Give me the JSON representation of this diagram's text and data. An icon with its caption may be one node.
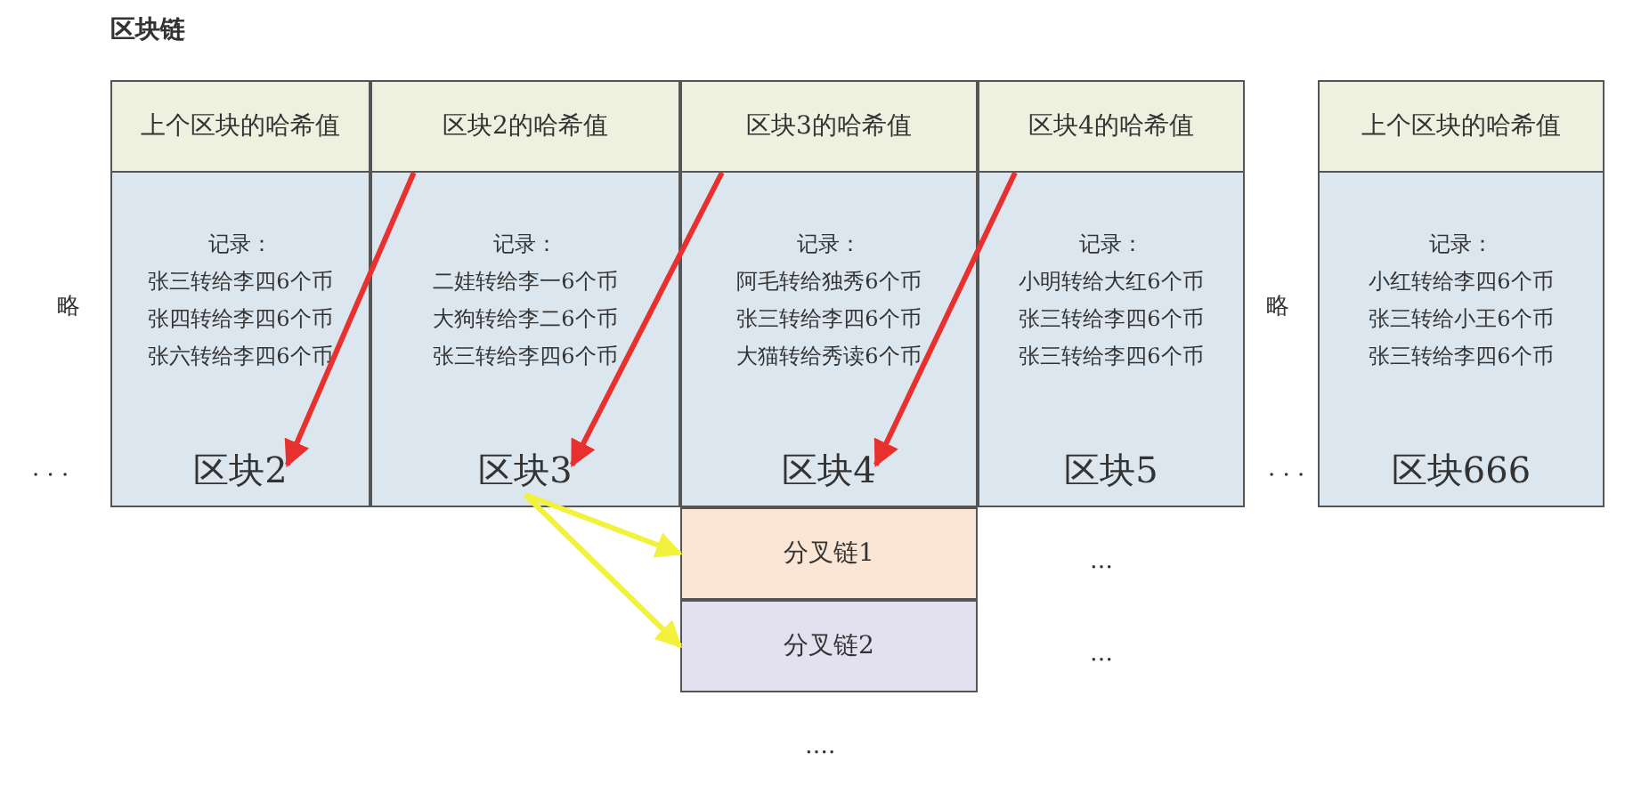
{
  "diagram": {
    "title": "区块链",
    "nodes": [
      {
        "text": [
          "上个区块的哈希值"
        ]
      },
      {
        "text": [
          "记录：",
          "张三转给李四6个币",
          "张四转给李四6个币",
          "张六转给李四6个币"
        ]
      },
      {
        "text": [
          "区块2"
        ],
        "in": 1
      },
      {
        "text": [
          "区块2的哈希值"
        ]
      },
      {
        "text": [
          "记录：",
          "二娃转给李一6个币",
          "大狗转给李二6个币",
          "张三转给李四6个币"
        ]
      },
      {
        "text": [
          "区块3"
        ],
        "in": 4
      },
      {
        "text": [
          "区块3的哈希值"
        ]
      },
      {
        "text": [
          "记录：",
          "阿毛转给独秀6个币",
          "张三转给李四6个币",
          "大猫转给秀读6个币"
        ]
      },
      {
        "text": [
          "区块4"
        ],
        "in": 7
      },
      {
        "text": [
          "区块4的哈希值"
        ]
      },
      {
        "text": [
          "记录：",
          "小明转给大红6个币",
          "张三转给李四6个币",
          "张三转给李四6个币"
        ]
      },
      {
        "text": [
          "区块5"
        ],
        "in": 10
      },
      {
        "text": [
          "上个区块的哈希值"
        ]
      },
      {
        "text": [
          "记录：",
          "小红转给李四6个币",
          "张三转给小王6个币",
          "张三转给李四6个币"
        ]
      },
      {
        "text": [
          "区块666"
        ],
        "in": 13
      },
      {
        "text": [
          "分叉链1"
        ]
      },
      {
        "text": [
          "分叉链2"
        ]
      }
    ],
    "edges": [
      {
        "from": 3,
        "to": 2,
        "arrow": "to"
      },
      {
        "from": 6,
        "to": 5,
        "arrow": "to"
      },
      {
        "from": 9,
        "to": 8,
        "arrow": "to"
      },
      {
        "from": 5,
        "to": 15,
        "arrow": "to",
        "color": "#f2f23c"
      },
      {
        "from": 5,
        "to": 16,
        "arrow": "to",
        "color": "#f2f23c"
      }
    ],
    "labels": [
      "略",
      "略",
      "· · ·",
      "· · ·",
      "…",
      "…",
      "…."
    ]
  }
}
